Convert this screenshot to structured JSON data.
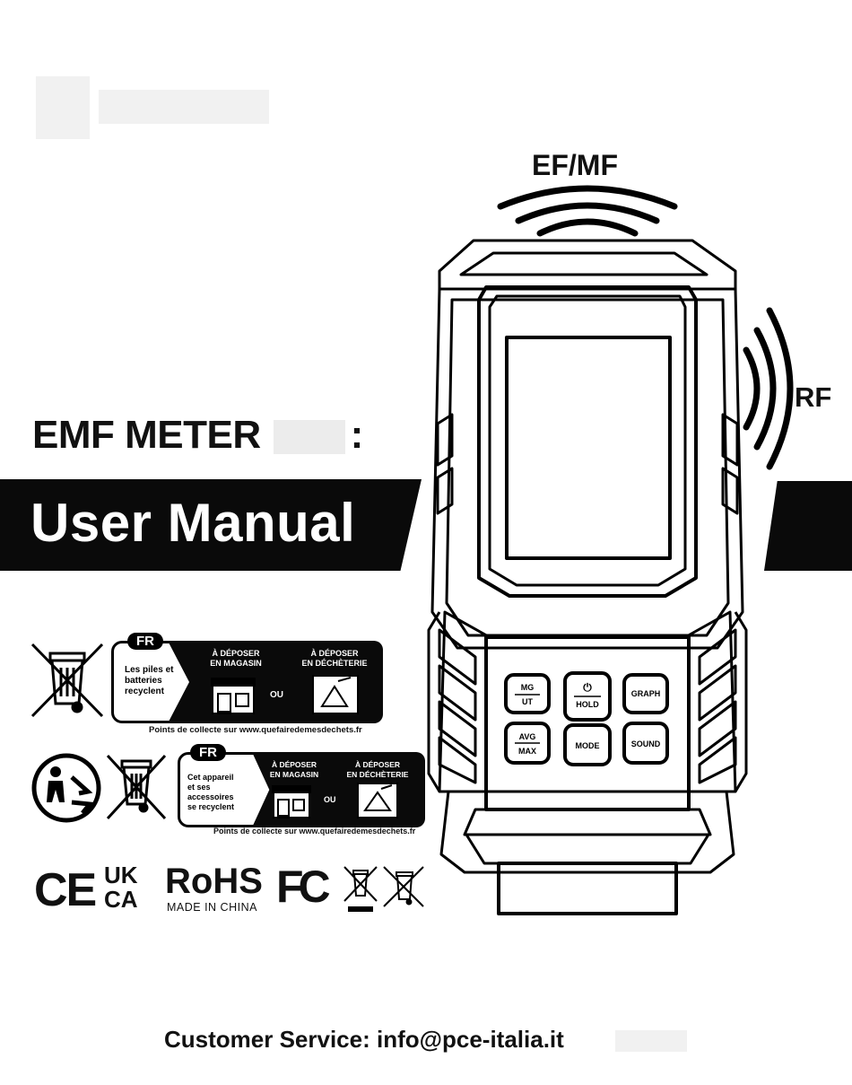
{
  "product": {
    "efmf_label": "EF/MF",
    "rf_label": "RF",
    "title": "EMF METER",
    "manual_label": "User  Manual"
  },
  "device_buttons": {
    "mg": "MG",
    "ut": "UT",
    "power_symbol": "⏻",
    "hold": "HOLD",
    "graph": "GRAPH",
    "avg": "AVG",
    "max": "MAX",
    "mode": "MODE",
    "sound": "SOUND"
  },
  "recycling_box_1": {
    "badge": "FR",
    "text_line1": "Les piles et",
    "text_line2": "batteries",
    "text_line3": "recyclent",
    "store_label_line1": "À DÉPOSER",
    "store_label_line2": "EN MAGASIN",
    "or_label": "OU",
    "dump_label_line1": "À DÉPOSER",
    "dump_label_line2": "EN DÉCHÈTERIE",
    "collect_points": "Points de collecte sur www.quefairedemesdechets.fr"
  },
  "recycling_box_2": {
    "badge": "FR",
    "text_line1": "Cet appareil",
    "text_line2": "et ses",
    "text_line3": "accessoires",
    "text_line4": "se recyclent",
    "store_label_line1": "À DÉPOSER",
    "store_label_line2": "EN MAGASIN",
    "or_label": "OU",
    "dump_label_line1": "À DÉPOSER",
    "dump_label_line2": "EN DÉCHÈTERIE",
    "collect_points": "Points de collecte sur www.quefairedemesdechets.fr"
  },
  "certifications": {
    "ce": "CE",
    "uk": "UK",
    "ca": "CA",
    "rohs": "RoHS",
    "made_in": "MADE IN CHINA",
    "fc": "FC"
  },
  "footer": {
    "customer_service": "Customer  Service: info@pce-italia.it"
  }
}
